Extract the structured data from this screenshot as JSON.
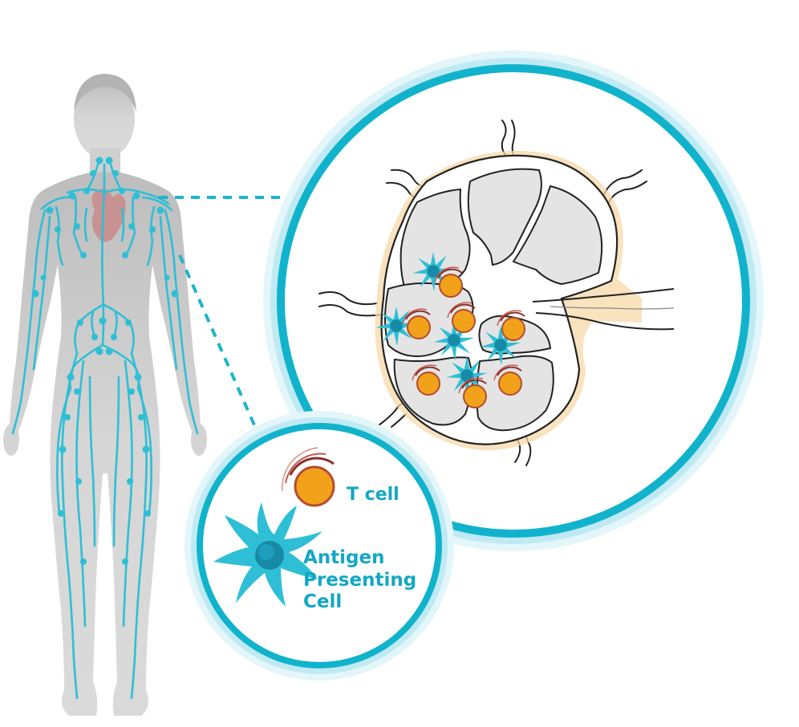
{
  "legend": {
    "tcell_label": "T cell",
    "apc_label": [
      "Antigen",
      "Presenting",
      "Cell"
    ]
  },
  "colors": {
    "lymph_teal": "#2ebfd6",
    "ring_outer": "#bfeaf3",
    "ring_inner": "#11b3cc",
    "tcell_orange": "#f2a21a",
    "tcell_rim": "#8a2f2a",
    "body_grey": "#cfcfcf",
    "heart_red": "#c98a8a",
    "node_fill": "#e4e4e4",
    "node_halo": "#f7d8a8",
    "label_teal": "#13a7c4"
  },
  "icons": [
    "human-body-silhouette",
    "lymph-node-icon",
    "t-cell-icon",
    "antigen-presenting-cell-icon",
    "heart-icon"
  ]
}
